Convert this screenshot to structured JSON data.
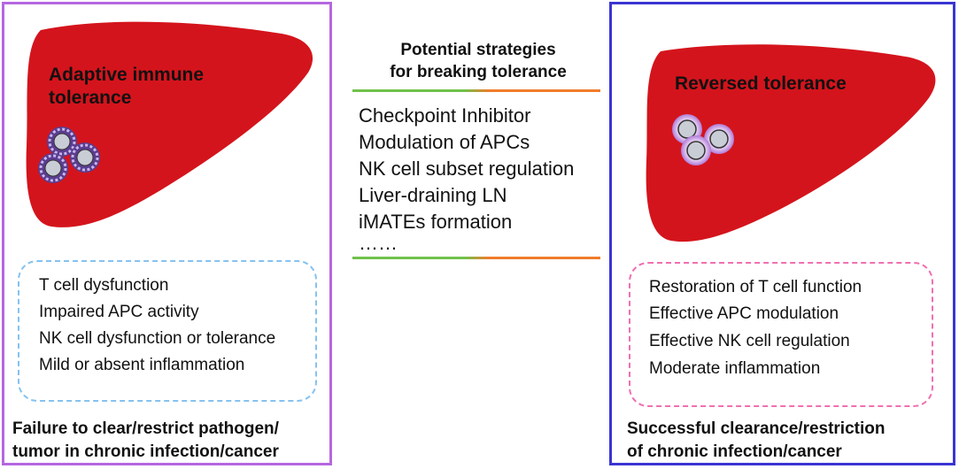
{
  "left_panel": {
    "title_line1": "Adaptive immune",
    "title_line2": "tolerance",
    "list": [
      "T cell dysfunction",
      "Impaired APC activity",
      "NK cell dysfunction or tolerance",
      "Mild or absent inflammation"
    ],
    "footer_line1": "Failure to clear/restrict pathogen/",
    "footer_line2": "tumor in chronic infection/cancer",
    "border_color": "#b567e0",
    "dash_color": "#86c2ef"
  },
  "center": {
    "heading_line1": "Potential strategies",
    "heading_line2": "for breaking tolerance",
    "strategies": [
      "Checkpoint Inhibitor",
      "Modulation of APCs",
      "NK cell subset regulation",
      "Liver-draining LN",
      "iMATEs formation",
      "……"
    ]
  },
  "right_panel": {
    "title": "Reversed tolerance",
    "list": [
      "Restoration of T cell function",
      "Effective APC modulation",
      "Effective NK cell regulation",
      "Moderate inflammation"
    ],
    "footer_line1": "Successful clearance/restriction",
    "footer_line2": "of chronic infection/cancer",
    "border_color": "#3a34d3",
    "dash_color": "#f06fb0"
  },
  "colors": {
    "liver": "#d4141c",
    "cell_ring_tolerant": "#7b3fc0",
    "cell_glow_active": "#c58be8"
  }
}
